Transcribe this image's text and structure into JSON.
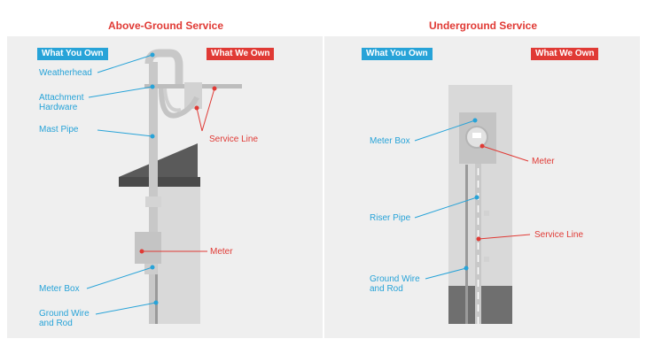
{
  "above": {
    "title": "Above-Ground Service",
    "own_you": "What You Own",
    "own_we": "What We Own",
    "labels": {
      "weatherhead": "Weatherhead",
      "attachment": "Attachment\nHardware",
      "mast": "Mast Pipe",
      "service_line": "Service Line",
      "meter": "Meter",
      "meter_box": "Meter Box",
      "ground": "Ground Wire\nand Rod"
    }
  },
  "under": {
    "title": "Underground Service",
    "own_you": "What You Own",
    "own_we": "What We Own",
    "labels": {
      "meter_box": "Meter Box",
      "meter": "Meter",
      "riser": "Riser Pipe",
      "service_line": "Service Line",
      "ground": "Ground Wire\nand Rod"
    }
  },
  "colors": {
    "you_blue": "#27a3d8",
    "we_red": "#e03a35",
    "panel_bg": "#efefef",
    "wall": "#d9d9d9",
    "roof": "#5a5a5a"
  }
}
